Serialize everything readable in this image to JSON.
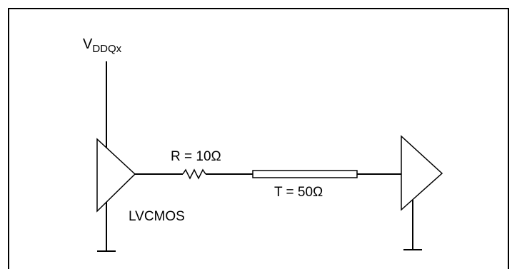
{
  "supply": {
    "main": "V",
    "sub": "DDQx"
  },
  "resistor": {
    "label": "R = 10Ω"
  },
  "transmission_line": {
    "label": "T = 50Ω"
  },
  "driver": {
    "label": "LVCMOS"
  }
}
